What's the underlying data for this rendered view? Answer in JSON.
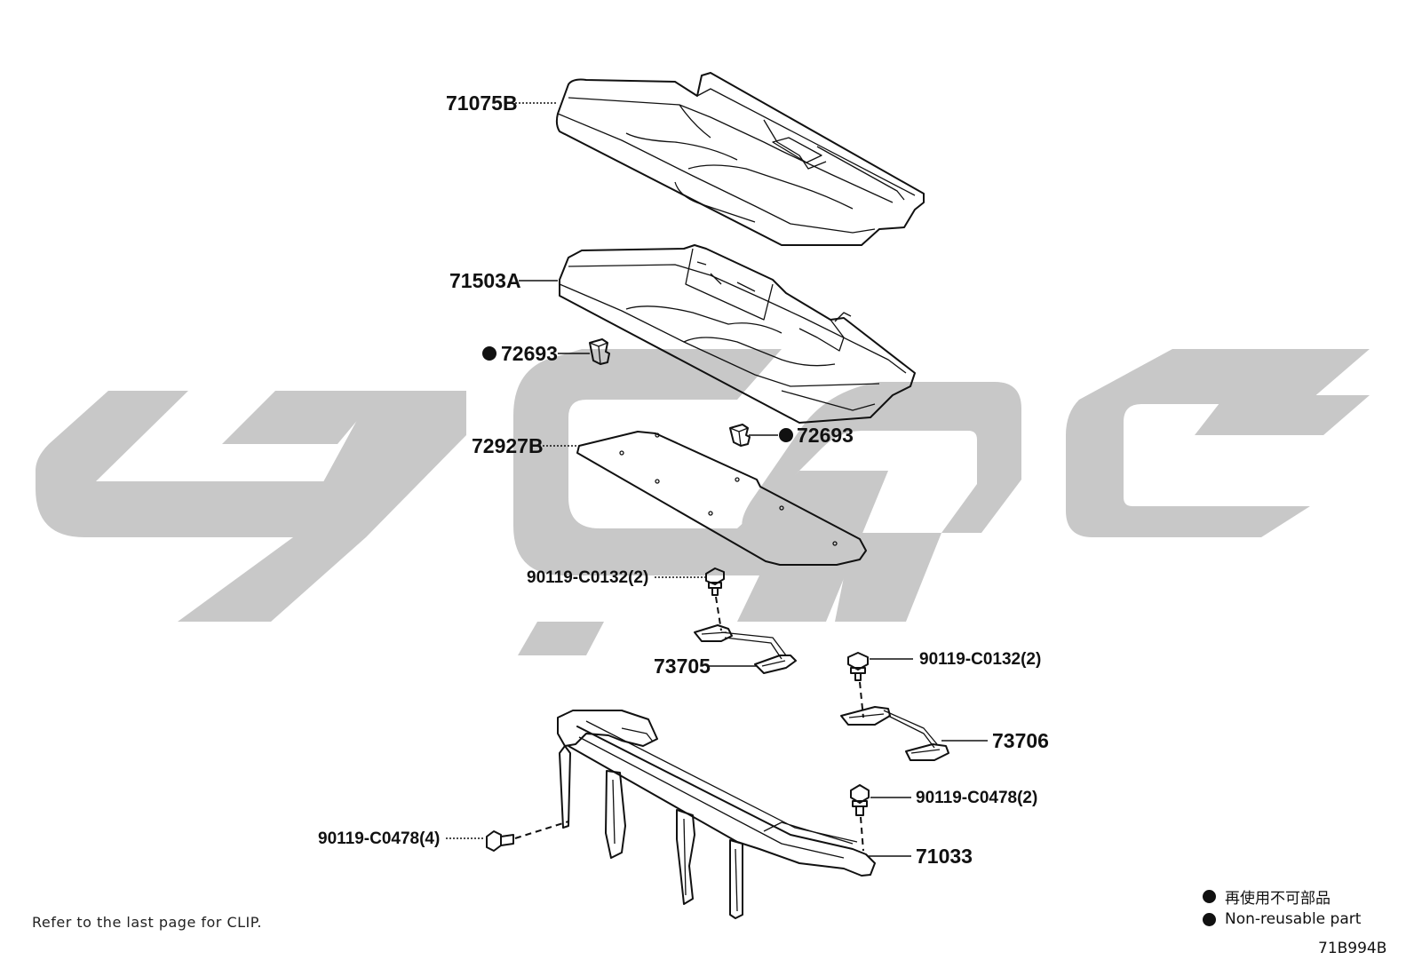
{
  "parts": {
    "cover": "71075B",
    "pad": "71503A",
    "clip_upper": "72693",
    "clip_lower": "72693",
    "sheet": "72927B",
    "bolt_left_small": "90119-C0132(2)",
    "wire_left": "73705",
    "bolt_right_small": "90119-C0132(2)",
    "wire_right": "73706",
    "bolt_right_large": "90119-C0478(2)",
    "bolt_left_large": "90119-C0478(4)",
    "frame": "71033"
  },
  "footnote": "Refer to the last page for CLIP.",
  "legend": {
    "jp": "再使用不可部品",
    "en": "Non-reusable part"
  },
  "diagram_code": "71B994B",
  "colors": {
    "line": "#111111",
    "watermark": "#c8c8c8"
  }
}
